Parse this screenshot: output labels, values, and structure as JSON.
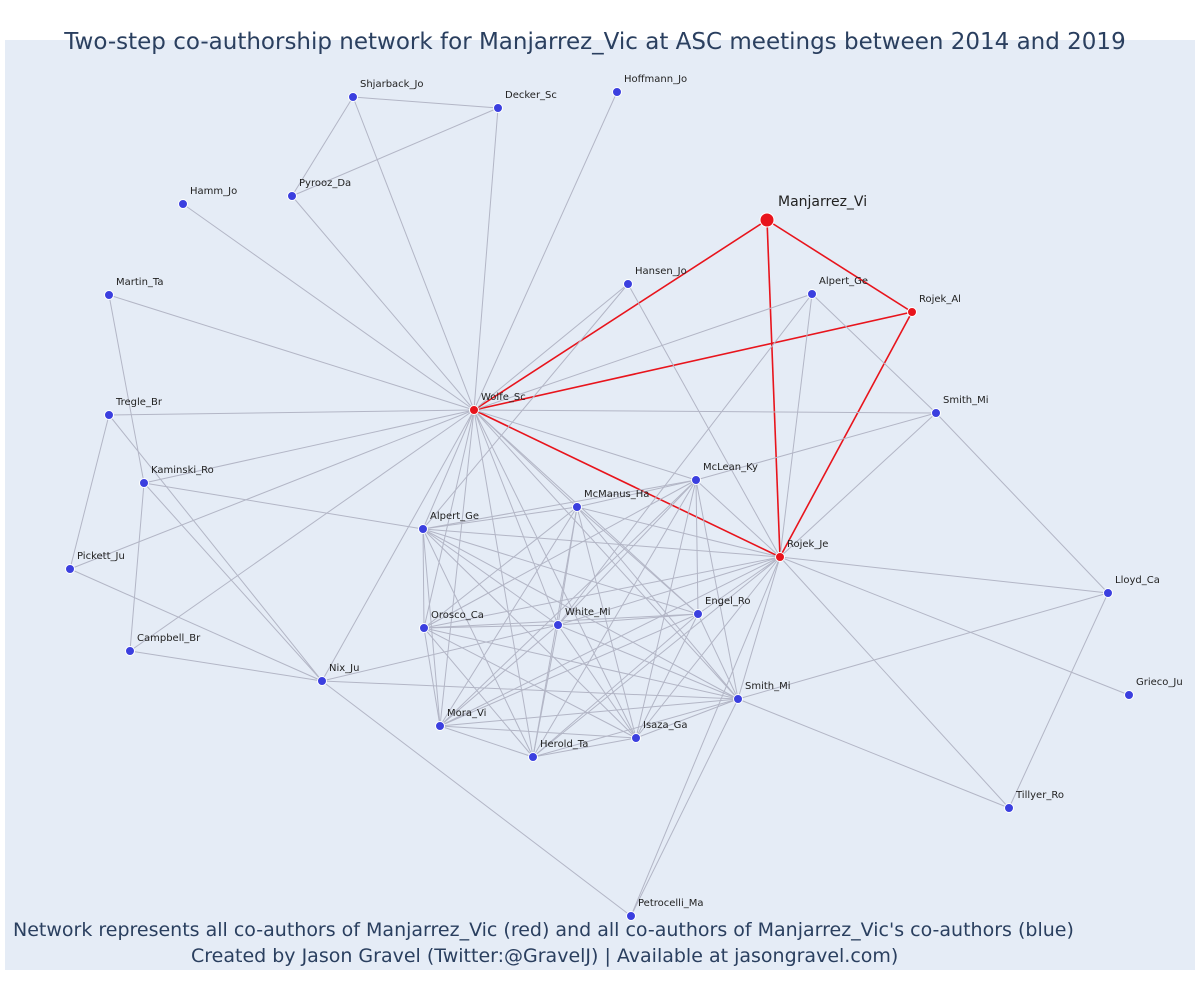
{
  "title": "Two-step co-authorship network for Manjarrez_Vic at ASC meetings between 2014 and 2019",
  "footer": {
    "line1": "Network represents all co-authors of Manjarrez_Vic (red) and all co-authors of Manjarrez_Vic's co-authors (blue)",
    "line2": "Created by Jason Gravel (Twitter:@GravelJ) | Available at jasongravel.com)"
  },
  "colors": {
    "background": "#e5ecf6",
    "red_node": "#e8141c",
    "blue_node": "#3b3fdf",
    "edge": "#b3b6c6",
    "text": "#2a3f5f"
  },
  "network": {
    "nodes": [
      {
        "id": "manjarrez",
        "label": "Manjarrez_Vi",
        "group": "focal"
      },
      {
        "id": "wolfe",
        "label": "Wolfe_Sc",
        "group": "red"
      },
      {
        "id": "rojekAl",
        "label": "Rojek_Al",
        "group": "red"
      },
      {
        "id": "rojekJe",
        "label": "Rojek_Je",
        "group": "red"
      },
      {
        "id": "shjarback",
        "label": "Shjarback_Jo",
        "group": "blue"
      },
      {
        "id": "decker",
        "label": "Decker_Sc",
        "group": "blue"
      },
      {
        "id": "hoffmann",
        "label": "Hoffmann_Jo",
        "group": "blue"
      },
      {
        "id": "hamm",
        "label": "Hamm_Jo",
        "group": "blue"
      },
      {
        "id": "pyrooz",
        "label": "Pyrooz_Da",
        "group": "blue"
      },
      {
        "id": "martin",
        "label": "Martin_Ta",
        "group": "blue"
      },
      {
        "id": "hansen",
        "label": "Hansen_Jo",
        "group": "blue"
      },
      {
        "id": "alpertTop",
        "label": "Alpert_Ge",
        "group": "blue"
      },
      {
        "id": "tregle",
        "label": "Tregle_Br",
        "group": "blue"
      },
      {
        "id": "smithTop",
        "label": "Smith_Mi",
        "group": "blue"
      },
      {
        "id": "kaminski",
        "label": "Kaminski_Ro",
        "group": "blue"
      },
      {
        "id": "mclean",
        "label": "McLean_Ky",
        "group": "blue"
      },
      {
        "id": "mcmanus",
        "label": "McManus_Ha",
        "group": "blue"
      },
      {
        "id": "alpertMid",
        "label": "Alpert_Ge",
        "group": "blue"
      },
      {
        "id": "pickett",
        "label": "Pickett_Ju",
        "group": "blue"
      },
      {
        "id": "lloyd",
        "label": "Lloyd_Ca",
        "group": "blue"
      },
      {
        "id": "engel",
        "label": "Engel_Ro",
        "group": "blue"
      },
      {
        "id": "white",
        "label": "White_Mi",
        "group": "blue"
      },
      {
        "id": "orosco",
        "label": "Orosco_Ca",
        "group": "blue"
      },
      {
        "id": "campbell",
        "label": "Campbell_Br",
        "group": "blue"
      },
      {
        "id": "nix",
        "label": "Nix_Ju",
        "group": "blue"
      },
      {
        "id": "grieco",
        "label": "Grieco_Ju",
        "group": "blue"
      },
      {
        "id": "smithBot",
        "label": "Smith_Mi",
        "group": "blue"
      },
      {
        "id": "mora",
        "label": "Mora_Vi",
        "group": "blue"
      },
      {
        "id": "isaza",
        "label": "Isaza_Ga",
        "group": "blue"
      },
      {
        "id": "herold",
        "label": "Herold_Ta",
        "group": "blue"
      },
      {
        "id": "tillyer",
        "label": "Tillyer_Ro",
        "group": "blue"
      },
      {
        "id": "petrocelli",
        "label": "Petrocelli_Ma",
        "group": "blue"
      }
    ],
    "edges": [
      [
        "manjarrez",
        "wolfe"
      ],
      [
        "manjarrez",
        "rojekAl"
      ],
      [
        "manjarrez",
        "rojekJe"
      ],
      [
        "wolfe",
        "rojekAl"
      ],
      [
        "wolfe",
        "rojekJe"
      ],
      [
        "rojekAl",
        "rojekJe"
      ],
      [
        "shjarback",
        "decker"
      ],
      [
        "shjarback",
        "pyrooz"
      ],
      [
        "shjarback",
        "wolfe"
      ],
      [
        "decker",
        "pyrooz"
      ],
      [
        "decker",
        "wolfe"
      ],
      [
        "hoffmann",
        "wolfe"
      ],
      [
        "hamm",
        "wolfe"
      ],
      [
        "pyrooz",
        "wolfe"
      ],
      [
        "martin",
        "wolfe"
      ],
      [
        "martin",
        "kaminski"
      ],
      [
        "tregle",
        "wolfe"
      ],
      [
        "tregle",
        "nix"
      ],
      [
        "tregle",
        "pickett"
      ],
      [
        "kaminski",
        "wolfe"
      ],
      [
        "kaminski",
        "nix"
      ],
      [
        "kaminski",
        "campbell"
      ],
      [
        "kaminski",
        "alpertMid"
      ],
      [
        "pickett",
        "wolfe"
      ],
      [
        "pickett",
        "nix"
      ],
      [
        "campbell",
        "wolfe"
      ],
      [
        "campbell",
        "nix"
      ],
      [
        "hansen",
        "wolfe"
      ],
      [
        "hansen",
        "rojekJe"
      ],
      [
        "hansen",
        "alpertMid"
      ],
      [
        "alpertTop",
        "wolfe"
      ],
      [
        "alpertTop",
        "rojekJe"
      ],
      [
        "alpertTop",
        "smithTop"
      ],
      [
        "alpertTop",
        "white"
      ],
      [
        "smithTop",
        "wolfe"
      ],
      [
        "smithTop",
        "rojekJe"
      ],
      [
        "smithTop",
        "lloyd"
      ],
      [
        "smithTop",
        "mclean"
      ],
      [
        "wolfe",
        "mclean"
      ],
      [
        "wolfe",
        "mcmanus"
      ],
      [
        "wolfe",
        "alpertMid"
      ],
      [
        "wolfe",
        "engel"
      ],
      [
        "wolfe",
        "white"
      ],
      [
        "wolfe",
        "orosco"
      ],
      [
        "wolfe",
        "nix"
      ],
      [
        "wolfe",
        "smithBot"
      ],
      [
        "wolfe",
        "mora"
      ],
      [
        "wolfe",
        "isaza"
      ],
      [
        "wolfe",
        "herold"
      ],
      [
        "rojekJe",
        "mclean"
      ],
      [
        "rojekJe",
        "mcmanus"
      ],
      [
        "rojekJe",
        "alpertMid"
      ],
      [
        "rojekJe",
        "engel"
      ],
      [
        "rojekJe",
        "white"
      ],
      [
        "rojekJe",
        "orosco"
      ],
      [
        "rojekJe",
        "smithBot"
      ],
      [
        "rojekJe",
        "mora"
      ],
      [
        "rojekJe",
        "isaza"
      ],
      [
        "rojekJe",
        "herold"
      ],
      [
        "rojekJe",
        "lloyd"
      ],
      [
        "rojekJe",
        "grieco"
      ],
      [
        "rojekJe",
        "tillyer"
      ],
      [
        "rojekJe",
        "petrocelli"
      ],
      [
        "mclean",
        "mcmanus"
      ],
      [
        "mclean",
        "alpertMid"
      ],
      [
        "mclean",
        "engel"
      ],
      [
        "mclean",
        "white"
      ],
      [
        "mclean",
        "orosco"
      ],
      [
        "mclean",
        "smithBot"
      ],
      [
        "mclean",
        "mora"
      ],
      [
        "mclean",
        "isaza"
      ],
      [
        "mclean",
        "herold"
      ],
      [
        "mcmanus",
        "alpertMid"
      ],
      [
        "mcmanus",
        "engel"
      ],
      [
        "mcmanus",
        "white"
      ],
      [
        "mcmanus",
        "orosco"
      ],
      [
        "mcmanus",
        "smithBot"
      ],
      [
        "mcmanus",
        "mora"
      ],
      [
        "mcmanus",
        "isaza"
      ],
      [
        "mcmanus",
        "herold"
      ],
      [
        "alpertMid",
        "engel"
      ],
      [
        "alpertMid",
        "white"
      ],
      [
        "alpertMid",
        "orosco"
      ],
      [
        "alpertMid",
        "smithBot"
      ],
      [
        "alpertMid",
        "mora"
      ],
      [
        "alpertMid",
        "isaza"
      ],
      [
        "alpertMid",
        "herold"
      ],
      [
        "engel",
        "white"
      ],
      [
        "engel",
        "orosco"
      ],
      [
        "engel",
        "smithBot"
      ],
      [
        "engel",
        "mora"
      ],
      [
        "engel",
        "isaza"
      ],
      [
        "engel",
        "herold"
      ],
      [
        "white",
        "orosco"
      ],
      [
        "white",
        "smithBot"
      ],
      [
        "white",
        "mora"
      ],
      [
        "white",
        "isaza"
      ],
      [
        "white",
        "herold"
      ],
      [
        "orosco",
        "smithBot"
      ],
      [
        "orosco",
        "mora"
      ],
      [
        "orosco",
        "isaza"
      ],
      [
        "orosco",
        "herold"
      ],
      [
        "smithBot",
        "mora"
      ],
      [
        "smithBot",
        "isaza"
      ],
      [
        "smithBot",
        "herold"
      ],
      [
        "smithBot",
        "lloyd"
      ],
      [
        "smithBot",
        "tillyer"
      ],
      [
        "smithBot",
        "petrocelli"
      ],
      [
        "mora",
        "isaza"
      ],
      [
        "mora",
        "herold"
      ],
      [
        "isaza",
        "herold"
      ],
      [
        "nix",
        "smithBot"
      ],
      [
        "nix",
        "petrocelli"
      ],
      [
        "nix",
        "white"
      ],
      [
        "lloyd",
        "tillyer"
      ]
    ]
  }
}
